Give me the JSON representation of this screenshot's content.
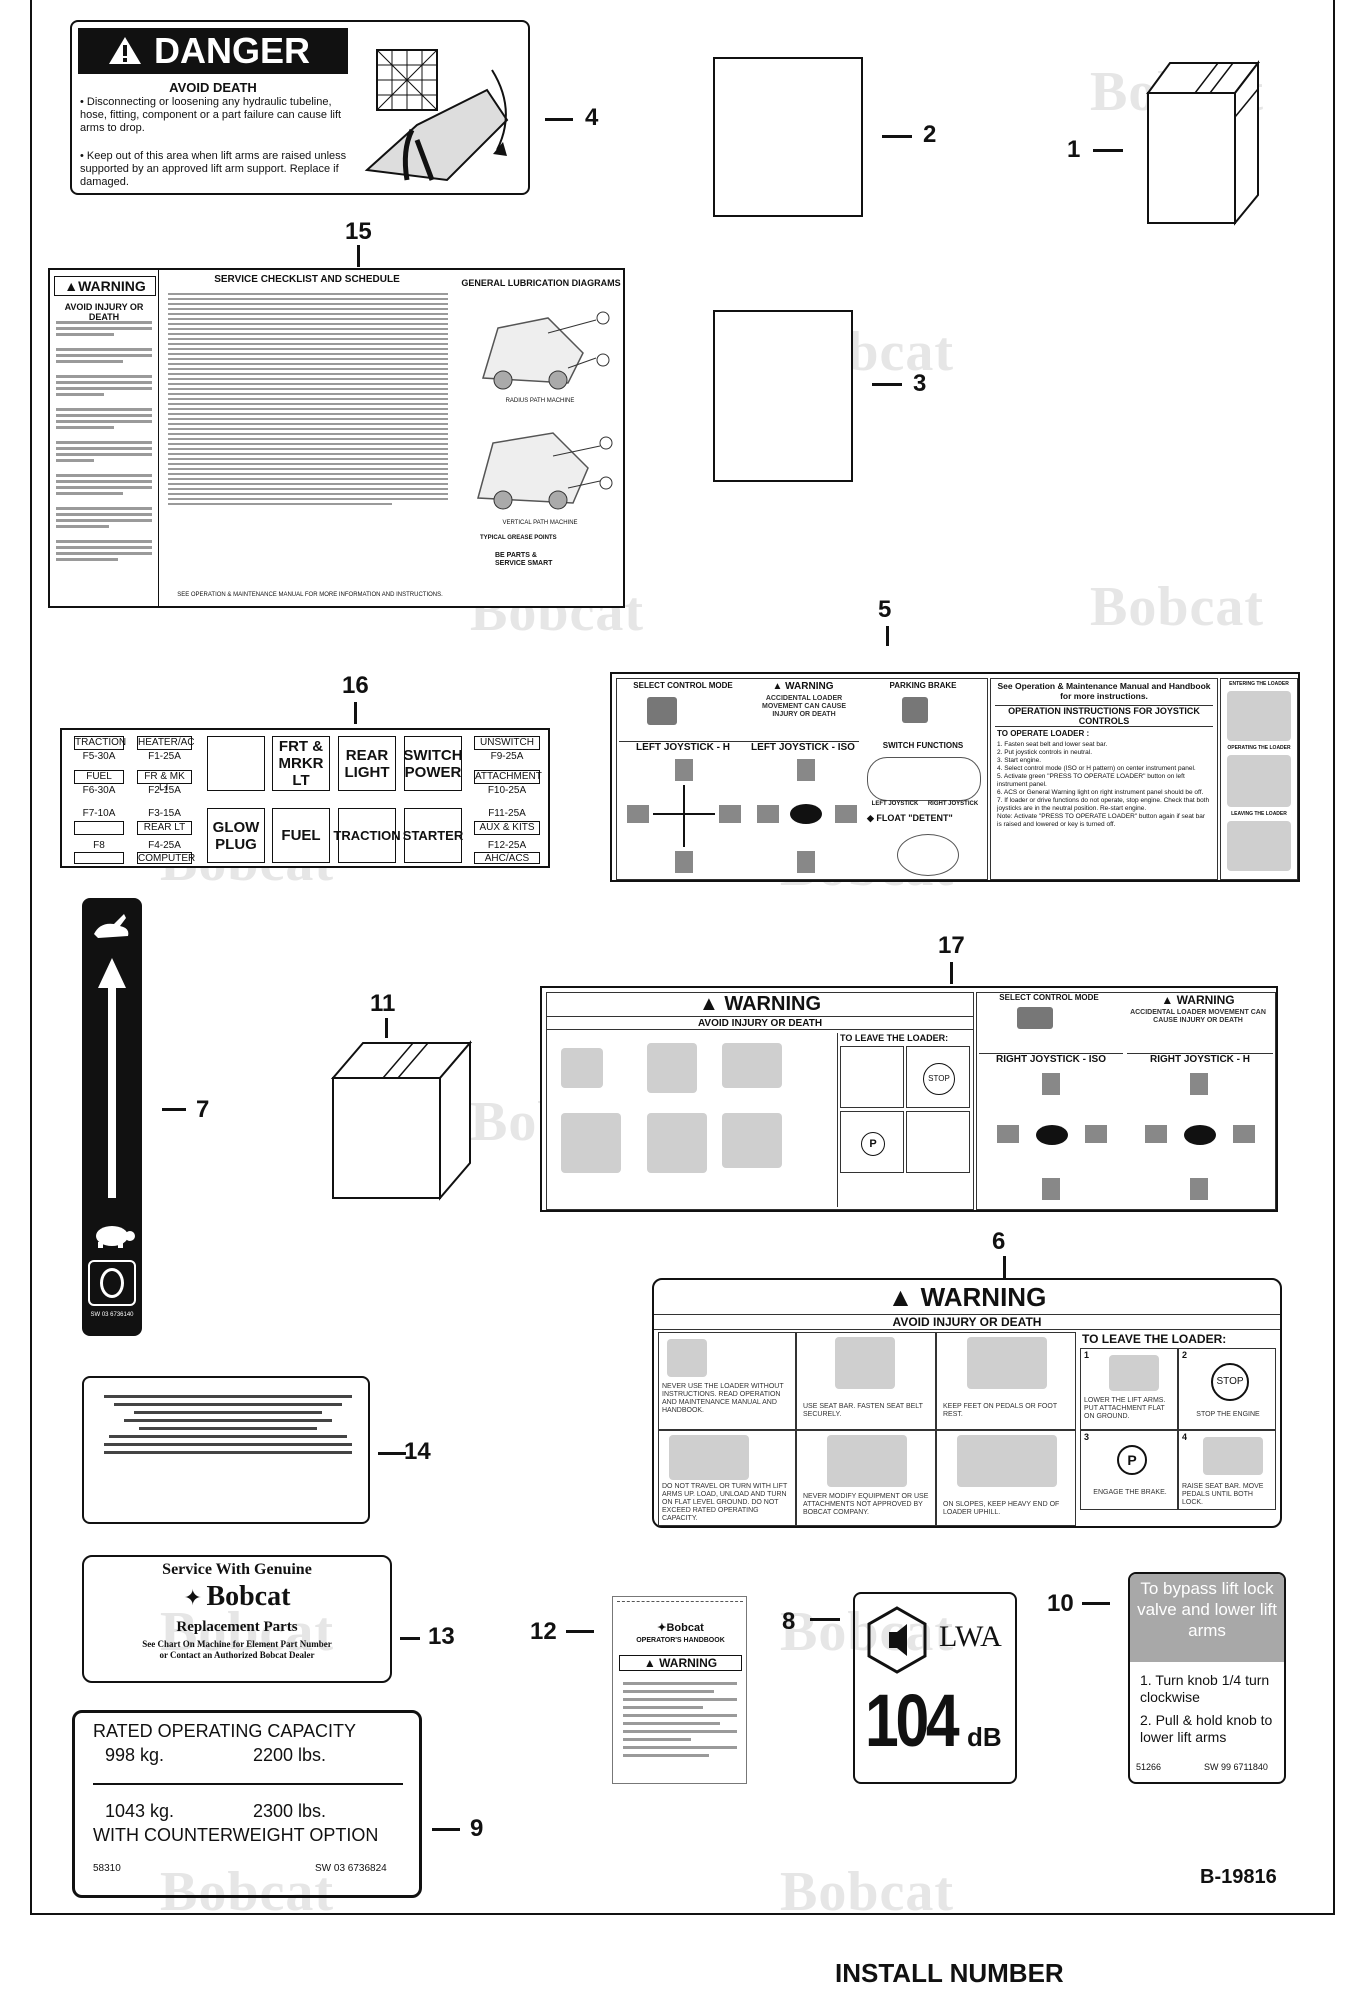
{
  "callouts": {
    "c1": "1",
    "c2": "2",
    "c3": "3",
    "c4": "4",
    "c5": "5",
    "c6": "6",
    "c7": "7",
    "c8": "8",
    "c9": "9",
    "c10": "10",
    "c11": "11",
    "c12": "12",
    "c13": "13",
    "c14": "14",
    "c15": "15",
    "c16": "16",
    "c17": "17"
  },
  "watermark": "Bobcat",
  "danger": {
    "title": "DANGER",
    "subtitle": "AVOID DEATH",
    "line1": "• Disconnecting or loosening any hydraulic tubeline, hose, fitting, component or a part failure can cause lift arms to drop.",
    "line2": "• Keep out of this area when lift arms are raised unless supported by an approved lift arm support. Replace if damaged."
  },
  "service": {
    "warning": "WARNING",
    "avoid": "AVOID INJURY OR DEATH",
    "checklist_title": "SERVICE CHECKLIST AND SCHEDULE",
    "lube_title": "GENERAL LUBRICATION DIAGRAMS",
    "radius": "RADIUS PATH MACHINE",
    "vertical": "VERTICAL PATH MACHINE",
    "grease": "TYPICAL GREASE POINTS",
    "be_smart": "BE PARTS & SERVICE SMART",
    "footer": "SEE OPERATION & MAINTENANCE MANUAL FOR MORE INFORMATION AND INSTRUCTIONS."
  },
  "fuses": {
    "traction": "TRACTION",
    "f5": "F5-30A",
    "heater": "HEATER/AC",
    "f1": "F1-25A",
    "fuel": "FUEL",
    "f6": "F6-30A",
    "fr": "FR & MK LT",
    "f2": "F2-15A",
    "frt": "FRT & MRKR LT",
    "rear": "REAR LIGHT",
    "switch": "SWITCH POWER",
    "unswitch": "UNSWITCH",
    "f9": "F9-25A",
    "attachment": "ATTACHMENT",
    "f10": "F10-25A",
    "f7": "F7-10A",
    "f3": "F3-15A",
    "rearlt": "REAR LT",
    "f11": "F11-25A",
    "aux": "AUX & KITS",
    "f8": "F8",
    "f4": "F4-25A",
    "computer": "COMPUTER",
    "glow": "GLOW PLUG",
    "fuel_big": "FUEL",
    "traction_big": "TRACTION",
    "starter": "STARTER",
    "f12": "F12-25A",
    "ahc": "AHC/ACS"
  },
  "joystick": {
    "select_mode": "SELECT CONTROL MODE",
    "warning": "WARNING",
    "accidental": "ACCIDENTAL LOADER MOVEMENT CAN CAUSE INJURY OR DEATH",
    "parking": "PARKING BRAKE",
    "left_h": "LEFT JOYSTICK - H",
    "left_iso": "LEFT JOYSTICK - ISO",
    "switch_fn": "SWITCH FUNCTIONS",
    "left_js": "LEFT JOYSTICK",
    "right_js": "RIGHT JOYSTICK",
    "float": "FLOAT \"DETENT\"",
    "see_manual": "See Operation & Maintenance Manual and Handbook for more instructions.",
    "op_title": "OPERATION INSTRUCTIONS FOR JOYSTICK CONTROLS",
    "to_operate": "TO OPERATE LOADER :",
    "steps": [
      "1. Fasten seat belt and lower seat bar.",
      "2. Put joystick controls in neutral.",
      "3. Start engine.",
      "4. Select control mode (ISO or H pattern) on center instrument panel.",
      "5. Activate green \"PRESS TO OPERATE LOADER\" button on left instrument panel.",
      "6. ACS or General Warning light on right instrument panel should be off.",
      "7. If loader or drive functions do not operate, stop engine. Check that both joysticks are in the neutral position. Re-start engine.",
      "Note: Activate \"PRESS TO OPERATE LOADER\" button again if seat bar is raised and lowered or key is turned off."
    ],
    "entering": "ENTERING THE LOADER",
    "operating": "OPERATING THE LOADER",
    "leaving": "LEAVING THE LOADER"
  },
  "warn17": {
    "title": "WARNING",
    "avoid": "AVOID INJURY OR DEATH",
    "to_leave": "TO LEAVE THE LOADER:",
    "select_mode": "SELECT CONTROL MODE",
    "warning": "WARNING",
    "accidental": "ACCIDENTAL LOADER MOVEMENT CAN CAUSE INJURY OR DEATH",
    "right_iso": "RIGHT JOYSTICK - ISO",
    "right_h": "RIGHT JOYSTICK - H",
    "stop": "STOP"
  },
  "warn6": {
    "title": "WARNING",
    "avoid": "AVOID INJURY OR DEATH",
    "to_leave": "TO LEAVE THE LOADER:",
    "stop": "STOP",
    "stop_engine": "STOP THE ENGINE",
    "t1": "NEVER USE THE LOADER WITHOUT INSTRUCTIONS. READ OPERATION AND MAINTENANCE MANUAL AND HANDBOOK.",
    "t2": "USE SEAT BAR. FASTEN SEAT BELT SECURELY.",
    "t3": "KEEP FEET ON PEDALS OR FOOT REST.",
    "t4": "LOWER THE LIFT ARMS. PUT ATTACHMENT FLAT ON GROUND.",
    "t5": "DO NOT TRAVEL OR TURN WITH LIFT ARMS UP. LOAD, UNLOAD AND TURN ON FLAT LEVEL GROUND. DO NOT EXCEED RATED OPERATING CAPACITY.",
    "t6": "NEVER MODIFY EQUIPMENT OR USE ATTACHMENTS NOT APPROVED BY BOBCAT COMPANY.",
    "t7": "ON SLOPES, KEEP HEAVY END OF LOADER UPHILL.",
    "t8": "ENGAGE THE BRAKE.",
    "t9": "RAISE SEAT BAR. MOVE PEDALS UNTIL BOTH LOCK."
  },
  "genuine": {
    "line1": "Service With Genuine",
    "brand": "Bobcat",
    "line2": "Replacement Parts",
    "line3": "See Chart On Machine for Element Part Number",
    "line4": "or Contact an Authorized Bobcat Dealer"
  },
  "handbook": {
    "brand": "Bobcat",
    "title": "OPERATOR'S HANDBOOK",
    "warning": "WARNING"
  },
  "noise": {
    "lwa": "LWA",
    "value": "104",
    "unit": "dB"
  },
  "bypass": {
    "title": "To bypass lift lock valve and lower lift arms",
    "step1": "1. Turn knob 1/4 turn clockwise",
    "step2": "2. Pull & hold knob to lower lift arms",
    "code1": "51266",
    "code2": "SW 99 6711840"
  },
  "capacity": {
    "title": "RATED OPERATING CAPACITY",
    "kg1": "998 kg.",
    "lbs1": "2200 lbs.",
    "kg2": "1043 kg.",
    "lbs2": "2300 lbs.",
    "option": "WITH COUNTERWEIGHT OPTION",
    "code1": "58310",
    "code2": "SW 03 6736824"
  },
  "speed": {
    "code": "SW 03 6736140"
  },
  "ref": "B-19816",
  "install": "INSTALL NUMBER"
}
